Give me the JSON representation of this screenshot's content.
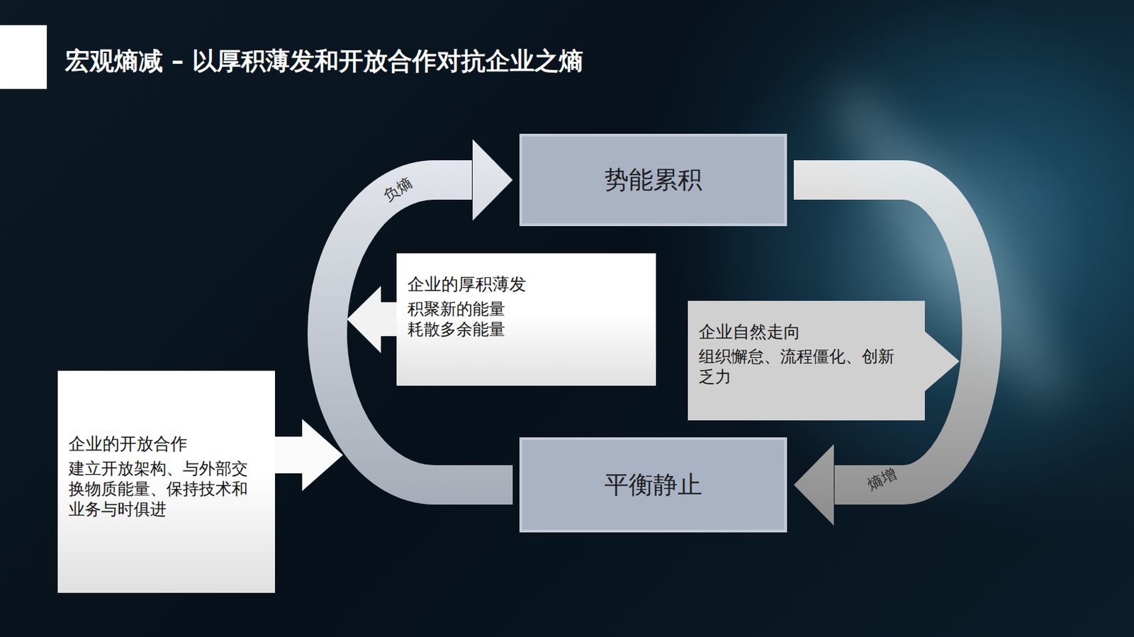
{
  "diagram": {
    "title": "宏观熵减 – 以厚积薄发和开放合作对抗企业之熵",
    "nodes": [
      {
        "text": [
          "势能累积"
        ]
      },
      {
        "text": [
          "企业的厚积薄发",
          "积聚新的能量 耗散多余能量"
        ]
      },
      {
        "text": [
          "企业自然走向",
          "组织懈怠、流程僵化、创新乏力"
        ]
      },
      {
        "text": [
          "企业的开放合作",
          "建立开放架构、与外部交换物质能量、保持技术和业务与时俱进"
        ]
      },
      {
        "text": [
          "平衡静止"
        ]
      }
    ],
    "edges": [
      {
        "from": 4,
        "to": 0,
        "label": "负熵",
        "arrow": "to"
      },
      {
        "from": 0,
        "to": 4,
        "label": "熵增",
        "arrow": "to"
      }
    ]
  }
}
